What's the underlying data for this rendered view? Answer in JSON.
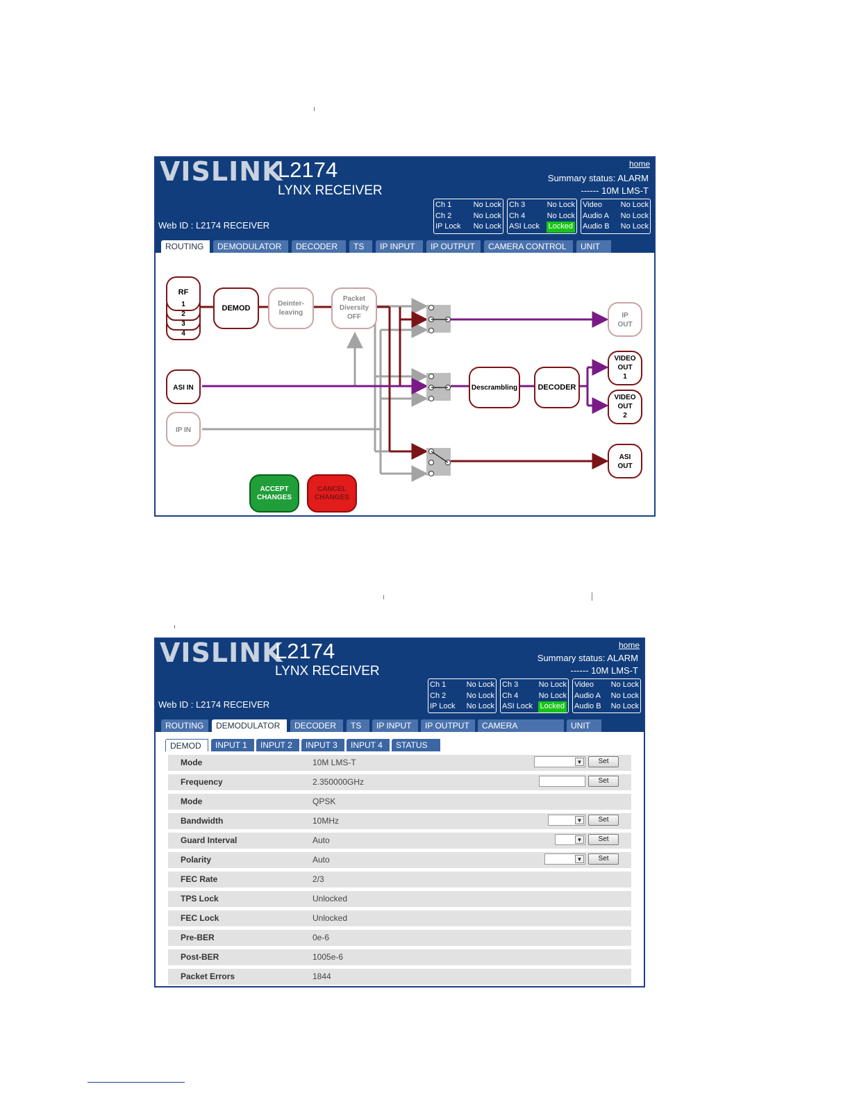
{
  "header": {
    "brand": "VISLINK",
    "model": "L2174",
    "product": "LYNX RECEIVER",
    "home_link": "home",
    "summary_status": "Summary status: ALARM",
    "mode_line": "------  10M LMS-T",
    "web_id": "Web ID :  L2174 RECEIVER"
  },
  "status_boxes": [
    {
      "rows": [
        [
          "Ch 1",
          "No Lock"
        ],
        [
          "Ch 2",
          "No Lock"
        ],
        [
          "IP Lock",
          "No Lock"
        ]
      ]
    },
    {
      "rows": [
        [
          "Ch 3",
          "No Lock"
        ],
        [
          "Ch 4",
          "No Lock"
        ],
        [
          "ASI Lock",
          "Locked"
        ]
      ]
    },
    {
      "rows": [
        [
          "Video",
          "No Lock"
        ],
        [
          "Audio A",
          "No Lock"
        ],
        [
          "Audio B",
          "No Lock"
        ]
      ]
    }
  ],
  "colors": {
    "header_bg": "#123d7c",
    "active_path": "#7b1416",
    "ip_path": "#7a1a86",
    "inactive_path": "#a3a3a3",
    "accept": "#1f9e39",
    "cancel": "#e21b1b",
    "locked": "#17c417"
  },
  "tabs": [
    "ROUTING",
    "DEMODULATOR",
    "DECODER",
    "TS",
    "IP INPUT",
    "IP OUTPUT",
    "CAMERA CONTROL",
    "UNIT"
  ],
  "routing": {
    "active_tab": "ROUTING",
    "rf": "RF",
    "rf_channels": [
      "1",
      "2",
      "3",
      "4"
    ],
    "demod": "DEMOD",
    "deinterleaving": [
      "Deinter-",
      "leaving"
    ],
    "packet_diversity": [
      "Packet",
      "Diversity",
      "OFF"
    ],
    "asi_in": "ASI IN",
    "ip_in": "IP IN",
    "descrambling": "Descrambling",
    "decoder": "DECODER",
    "ip_out": [
      "IP",
      "OUT"
    ],
    "video_out_1": [
      "VIDEO",
      "OUT",
      "1"
    ],
    "video_out_2": [
      "VIDEO",
      "OUT",
      "2"
    ],
    "asi_out": [
      "ASI",
      "OUT"
    ],
    "accept": [
      "ACCEPT",
      "CHANGES"
    ],
    "cancel": [
      "CANCEL",
      "CHANGES"
    ]
  },
  "demodulator": {
    "active_tab": "DEMODULATOR",
    "sub_tabs": [
      "DEMOD",
      "INPUT 1",
      "INPUT 2",
      "INPUT 3",
      "INPUT 4",
      "STATUS"
    ],
    "set_label": "Set",
    "rows": [
      {
        "label": "Mode",
        "value": "10M LMS-T",
        "control": "select"
      },
      {
        "label": "Frequency",
        "value": "2.350000GHz",
        "control": "text"
      },
      {
        "label": "Mode",
        "value": "QPSK",
        "control": ""
      },
      {
        "label": "Bandwidth",
        "value": "10MHz",
        "control": "select"
      },
      {
        "label": "Guard Interval",
        "value": "Auto",
        "control": "select"
      },
      {
        "label": "Polarity",
        "value": "Auto",
        "control": "select"
      },
      {
        "label": "FEC Rate",
        "value": "2/3",
        "control": ""
      },
      {
        "label": "TPS Lock",
        "value": "Unlocked",
        "control": ""
      },
      {
        "label": "FEC Lock",
        "value": "Unlocked",
        "control": ""
      },
      {
        "label": "Pre-BER",
        "value": "0e-6",
        "control": ""
      },
      {
        "label": "Post-BER",
        "value": "1005e-6",
        "control": ""
      },
      {
        "label": "Packet Errors",
        "value": "1844",
        "control": ""
      }
    ]
  }
}
